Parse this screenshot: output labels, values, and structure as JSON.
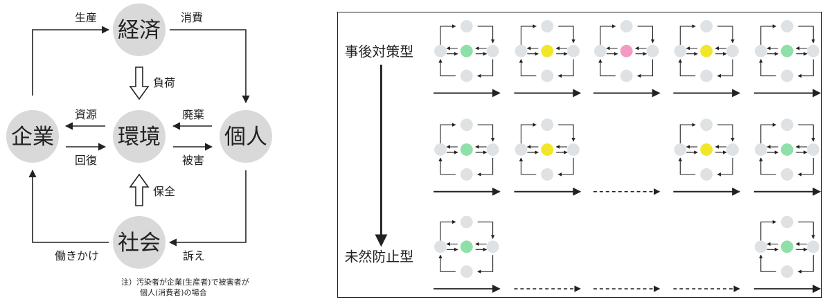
{
  "left": {
    "nodes": {
      "keizai": "経済",
      "kigyou": "企業",
      "kankyou": "環境",
      "kojin": "個人",
      "shakai": "社会"
    },
    "labels": {
      "seisan": "生産",
      "shouhi": "消費",
      "fuka": "負荷",
      "shigen": "資源",
      "kaifuku": "回復",
      "haiki": "廃棄",
      "higai": "被害",
      "hozen": "保全",
      "hatarakikake": "働きかけ",
      "uttae": "訴え"
    },
    "note_line1": "注）汚染者が企業(生産者)で被害者が",
    "note_line2": "個人(消費者)の場合"
  },
  "right": {
    "label_top": "事後対策型",
    "label_bottom": "未然防止型",
    "rows": [
      {
        "cells": [
          {
            "type": "icon",
            "center": "green"
          },
          {
            "type": "icon",
            "center": "yellow"
          },
          {
            "type": "icon",
            "center": "pink"
          },
          {
            "type": "icon",
            "center": "yellow"
          },
          {
            "type": "icon",
            "center": "green"
          }
        ],
        "arrows": [
          "solid",
          "solid",
          "solid",
          "solid",
          "solid"
        ]
      },
      {
        "cells": [
          {
            "type": "icon",
            "center": "green"
          },
          {
            "type": "icon",
            "center": "yellow"
          },
          {
            "type": "empty"
          },
          {
            "type": "icon",
            "center": "yellow"
          },
          {
            "type": "icon",
            "center": "green"
          }
        ],
        "arrows": [
          "solid",
          "solid",
          "dashed",
          "solid",
          "solid"
        ]
      },
      {
        "cells": [
          {
            "type": "icon",
            "center": "green"
          },
          {
            "type": "empty"
          },
          {
            "type": "empty"
          },
          {
            "type": "empty"
          },
          {
            "type": "icon",
            "center": "green"
          }
        ],
        "arrows": [
          "solid",
          "dashed",
          "dashed",
          "dashed",
          "solid"
        ]
      }
    ]
  },
  "colors": {
    "node": "#d9d9d9",
    "small_node": "#dfe2e4",
    "green": "#8ee0a8",
    "yellow": "#f2e62a",
    "pink": "#f39ac4",
    "line": "#222222"
  }
}
